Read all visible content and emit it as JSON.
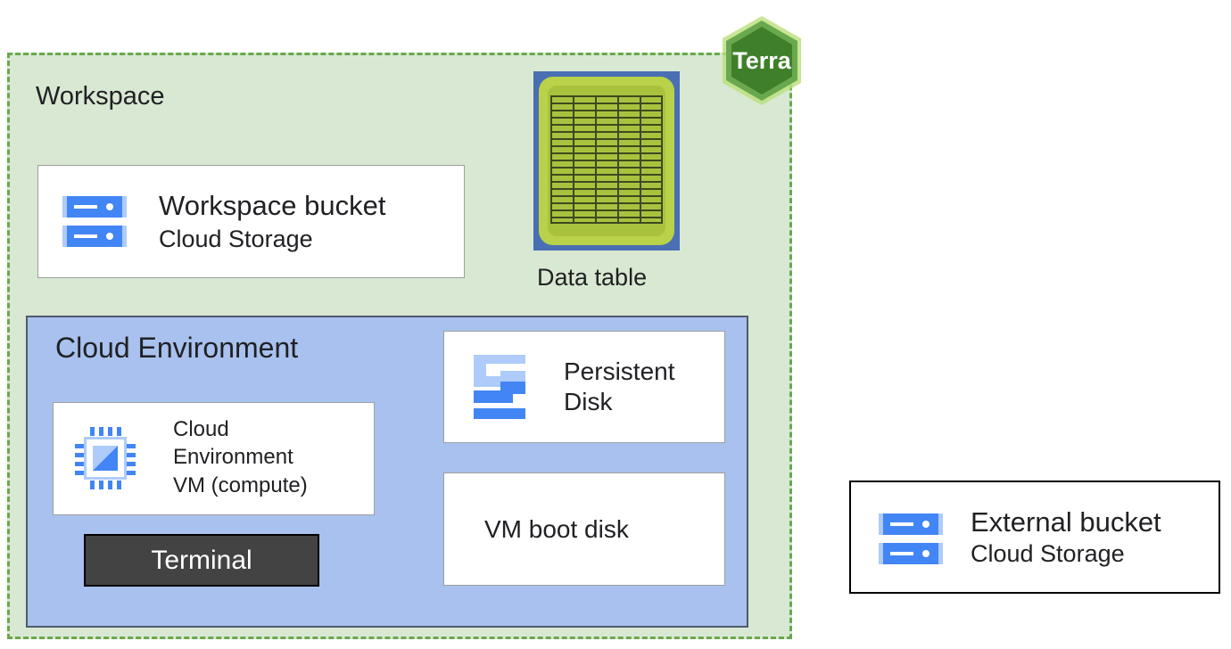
{
  "workspace": {
    "title": "Workspace",
    "bucket": {
      "line1": "Workspace bucket",
      "line2": "Cloud Storage",
      "icon": "storage-icon"
    },
    "data_table": {
      "label": "Data table",
      "icon": "data-table-icon"
    },
    "logo": {
      "text": "Terra"
    }
  },
  "cloud_environment": {
    "title": "Cloud Environment",
    "vm": {
      "line1": "Cloud",
      "line2": "Environment",
      "line3": "VM (compute)",
      "icon": "chip-icon"
    },
    "terminal": {
      "label": "Terminal"
    },
    "persistent_disk": {
      "line1": "Persistent",
      "line2": "Disk",
      "icon": "persistent-disk-icon"
    },
    "boot_disk": {
      "label": "VM boot disk"
    }
  },
  "external_bucket": {
    "line1": "External bucket",
    "line2": "Cloud Storage",
    "icon": "storage-icon"
  },
  "colors": {
    "workspace_fill": "#d9e8d2",
    "workspace_border": "#6aa84f",
    "cloud_env_fill": "#a8c1ee",
    "google_blue": "#4285f4",
    "google_blue_light": "#aecbfa",
    "terminal_fill": "#434343",
    "terra_green": "#6aa84f"
  }
}
